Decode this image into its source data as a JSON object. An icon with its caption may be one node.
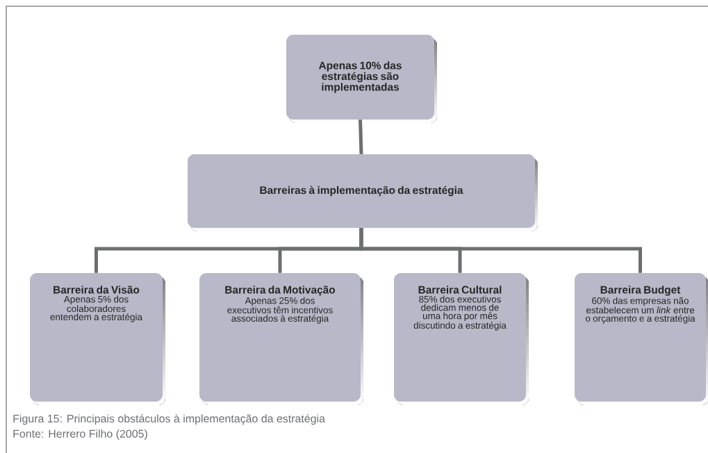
{
  "diagram": {
    "caption": "Figura 15: Principais obstáculos à implementação da estratégia",
    "nodes": [
      {
        "text": [
          "Apenas 10% das estratégias são implementadas"
        ]
      },
      {
        "text": [
          "Barreiras à implementação da estratégia"
        ]
      },
      {
        "text": [
          "Barreira da Visão",
          "Apenas 5% dos colaboradores entendem a estratégia"
        ]
      },
      {
        "text": [
          "Barreira da Motivação",
          "Apenas 25% dos executivos têm incentivos associados à estratégia"
        ]
      },
      {
        "text": [
          "Barreira Cultural",
          "85% dos executivos dedicam menos de uma hora por mês discutindo a estratégia"
        ]
      },
      {
        "text": [
          "Barreira Budget",
          "60% das empresas não estabelecem um *link* entre o orçamento e a estratégia"
        ]
      }
    ],
    "edges": [
      {
        "from": 0,
        "to": 1,
        "arrow": "none"
      },
      {
        "from": 1,
        "to": 2,
        "arrow": "none"
      },
      {
        "from": 1,
        "to": 3,
        "arrow": "none"
      },
      {
        "from": 1,
        "to": 4,
        "arrow": "none"
      },
      {
        "from": 1,
        "to": 5,
        "arrow": "none"
      }
    ],
    "labels": [
      "Fonte: Herrero Filho (2005)"
    ]
  }
}
